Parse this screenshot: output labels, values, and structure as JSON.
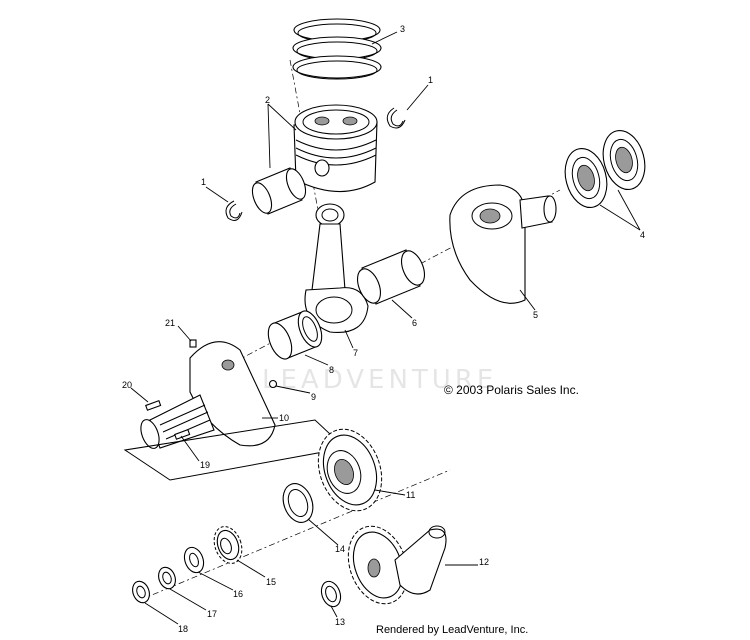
{
  "diagram": {
    "copyright": "© 2003 Polaris Sales Inc.",
    "rendered_by": "Rendered by LeadVenture, Inc.",
    "watermark": "LEADVENTURE",
    "callouts": {
      "c1a": "1",
      "c1b": "1",
      "c2": "2",
      "c3": "3",
      "c4": "4",
      "c5": "5",
      "c6": "6",
      "c7": "7",
      "c8": "8",
      "c9": "9",
      "c10": "10",
      "c11": "11",
      "c12": "12",
      "c13": "13",
      "c14": "14",
      "c15": "15",
      "c16": "16",
      "c17": "17",
      "c18": "18",
      "c19": "19",
      "c20": "20",
      "c21": "21"
    }
  }
}
